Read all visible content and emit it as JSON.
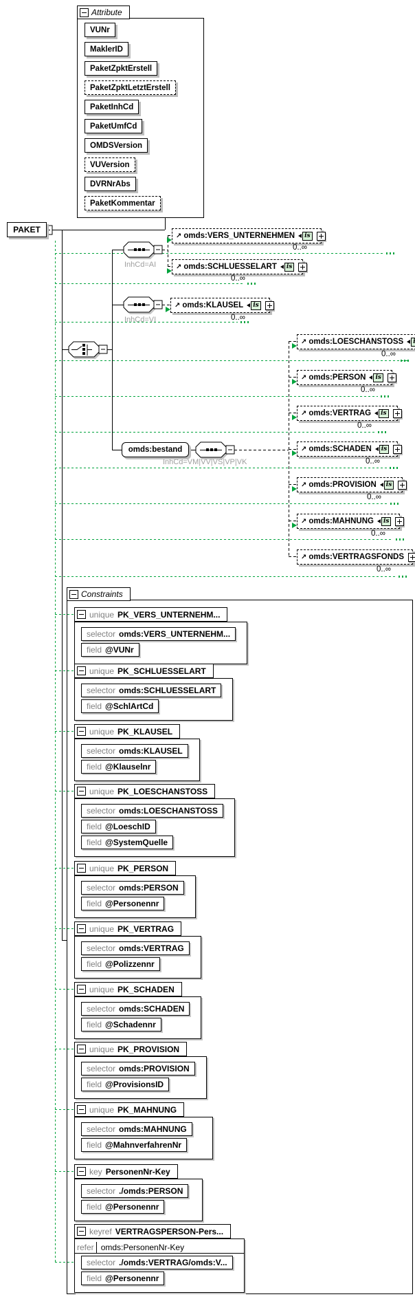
{
  "paket": {
    "label": "PAKET"
  },
  "badges": {
    "is": "is"
  },
  "attribute_box": {
    "title": "Attribute",
    "items": [
      {
        "label": "VUNr"
      },
      {
        "label": "MaklerID"
      },
      {
        "label": "PaketZpktErstell"
      },
      {
        "label": "PaketZpktLetztErstell"
      },
      {
        "label": "PaketInhCd"
      },
      {
        "label": "PaketUmfCd"
      },
      {
        "label": "OMDSVersion"
      },
      {
        "label": "VUVersion"
      },
      {
        "label": "DVRNrAbs"
      },
      {
        "label": "PaketKommentar"
      }
    ]
  },
  "compositors": {
    "seq_ai": {
      "label": "InhCd=AI"
    },
    "seq_vi": {
      "label": "InhCd=VI"
    },
    "bestand": {
      "label": "omds:bestand"
    },
    "seq_bestand": {
      "label": "InhCd=VM|VV|VS|VP|VK"
    }
  },
  "elements": [
    {
      "name": "omds:VERS_UNTERNEHMEN",
      "occurs": "0..∞"
    },
    {
      "name": "omds:SCHLUESSELART",
      "occurs": "0..∞"
    },
    {
      "name": "omds:KLAUSEL",
      "occurs": "0..∞"
    },
    {
      "name": "omds:LOESCHANSTOSS",
      "occurs": "0..∞"
    },
    {
      "name": "omds:PERSON",
      "occurs": "0..∞"
    },
    {
      "name": "omds:VERTRAG",
      "occurs": "0..∞"
    },
    {
      "name": "omds:SCHADEN",
      "occurs": "0..∞"
    },
    {
      "name": "omds:PROVISION",
      "occurs": "0..∞"
    },
    {
      "name": "omds:MAHNUNG",
      "occurs": "0..∞"
    },
    {
      "name": "omds:VERTRAGSFONDS",
      "occurs": "0..∞"
    }
  ],
  "constraints_box": {
    "title": "Constraints",
    "labels": {
      "selector": "selector",
      "field": "field",
      "refer": "refer"
    },
    "items": [
      {
        "kind": "unique",
        "name": "PK_VERS_UNTERNEHM...",
        "selector": "omds:VERS_UNTERNEHM...",
        "fields": [
          "@VUNr"
        ]
      },
      {
        "kind": "unique",
        "name": "PK_SCHLUESSELART",
        "selector": "omds:SCHLUESSELART",
        "fields": [
          "@SchlArtCd"
        ]
      },
      {
        "kind": "unique",
        "name": "PK_KLAUSEL",
        "selector": "omds:KLAUSEL",
        "fields": [
          "@Klauselnr"
        ]
      },
      {
        "kind": "unique",
        "name": "PK_LOESCHANSTOSS",
        "selector": "omds:LOESCHANSTOSS",
        "fields": [
          "@LoeschID",
          "@SystemQuelle"
        ]
      },
      {
        "kind": "unique",
        "name": "PK_PERSON",
        "selector": "omds:PERSON",
        "fields": [
          "@Personennr"
        ]
      },
      {
        "kind": "unique",
        "name": "PK_VERTRAG",
        "selector": "omds:VERTRAG",
        "fields": [
          "@Polizzennr"
        ]
      },
      {
        "kind": "unique",
        "name": "PK_SCHADEN",
        "selector": "omds:SCHADEN",
        "fields": [
          "@Schadennr"
        ]
      },
      {
        "kind": "unique",
        "name": "PK_PROVISION",
        "selector": "omds:PROVISION",
        "fields": [
          "@ProvisionsID"
        ]
      },
      {
        "kind": "unique",
        "name": "PK_MAHNUNG",
        "selector": "omds:MAHNUNG",
        "fields": [
          "@MahnverfahrenNr"
        ]
      },
      {
        "kind": "key",
        "name": "PersonenNr-Key",
        "selector": "./omds:PERSON",
        "fields": [
          "@Personennr"
        ]
      },
      {
        "kind": "keyref",
        "name": "VERTRAGSPERSON-Pers...",
        "refer": "omds:PersonenNr-Key",
        "selector": "./omds:VERTRAG/omds:V...",
        "fields": [
          "@Personennr"
        ]
      }
    ]
  }
}
